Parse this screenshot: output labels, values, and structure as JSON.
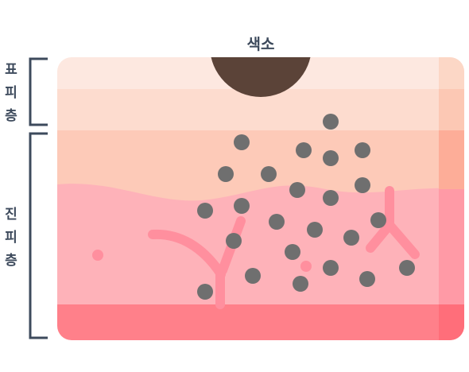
{
  "labels": {
    "pigment": "색소",
    "epidermis": [
      "표",
      "피",
      "층"
    ],
    "dermis": [
      "진",
      "피",
      "층"
    ]
  },
  "colors": {
    "epidermis_top": "#fde8e0",
    "epidermis": "#fddccf",
    "dermis_upper": "#fdcab8",
    "dermis": "#feb2b9",
    "base": "#ff808a",
    "vessel": "#ff8f9e",
    "pigment_particle": "#6f6f6f",
    "melanin": "#5b4338",
    "bracket": "#3d4a5c"
  },
  "icons": {
    "melanin": "melanin-semicircle-icon",
    "particle": "pigment-particle-icon",
    "vessel": "blood-vessel-icon"
  }
}
